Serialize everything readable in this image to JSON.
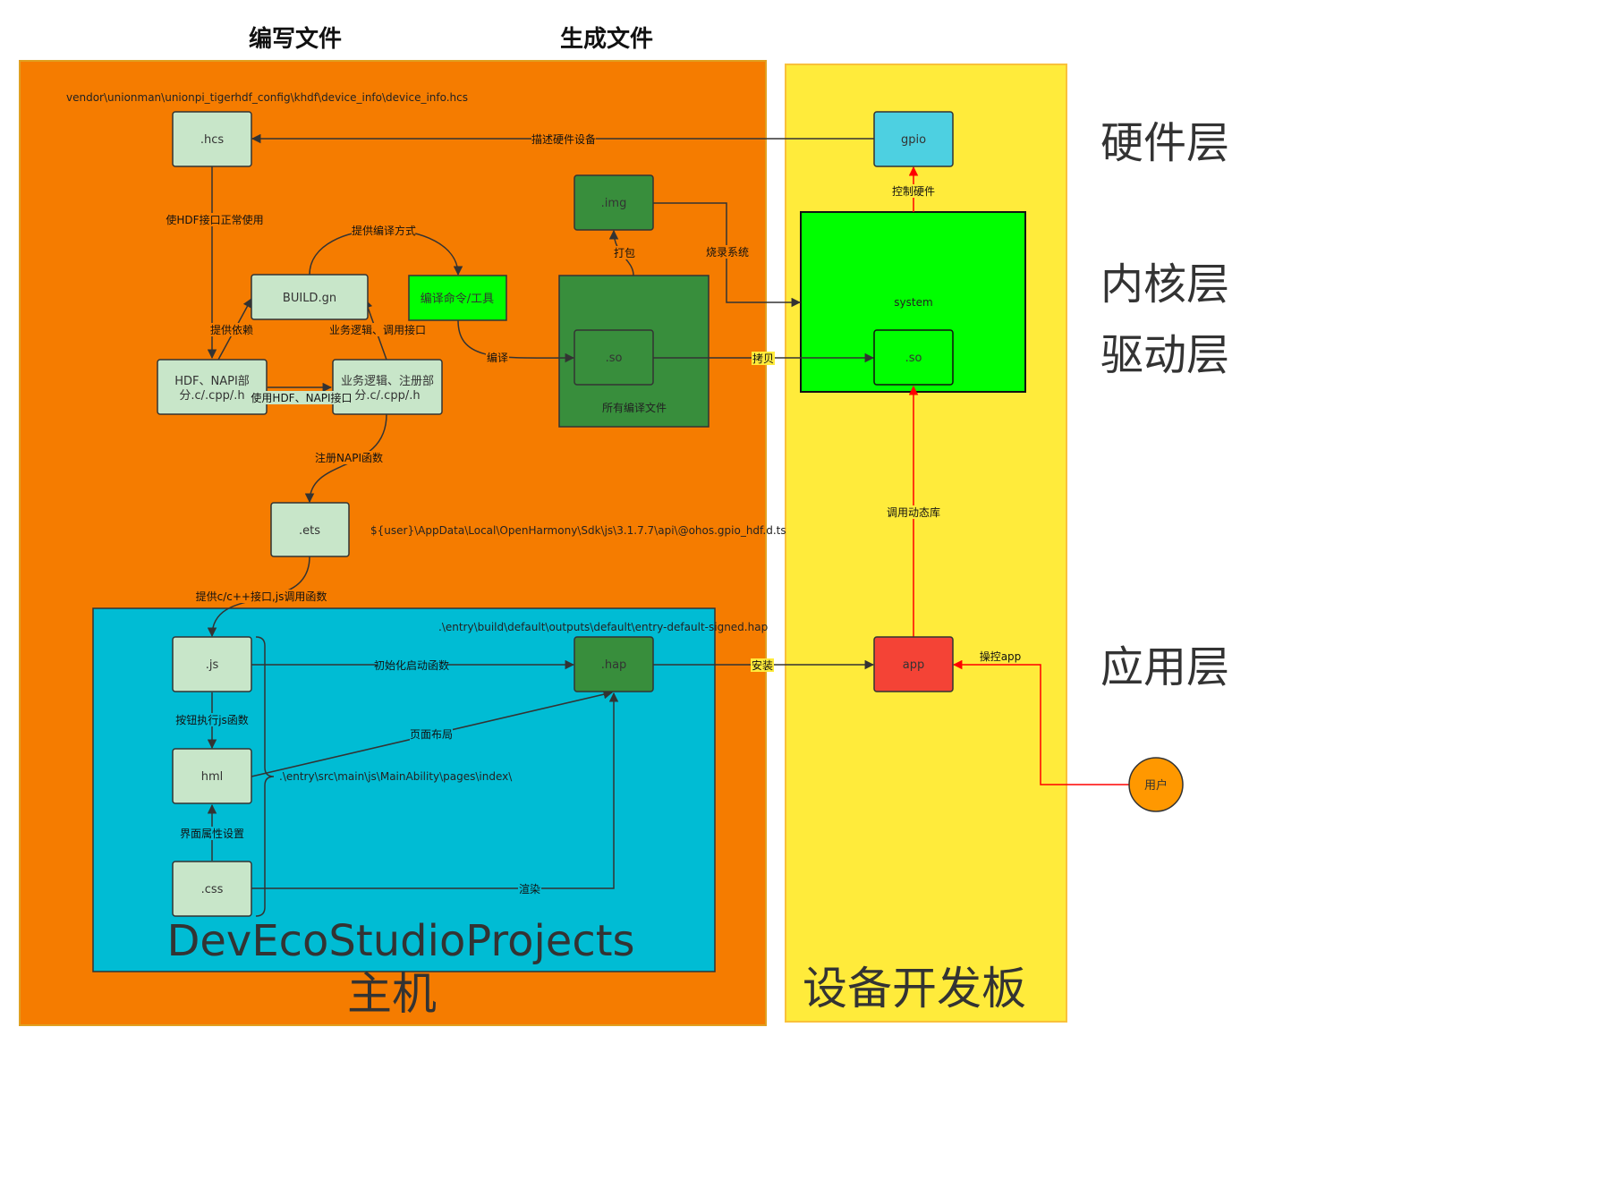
{
  "headers": {
    "write_files": "编写文件",
    "generated_files": "生成文件"
  },
  "containers": {
    "host": "主机",
    "board": "设备开发板",
    "project": "DevEcoStudioProjects",
    "system": "system",
    "all_compiled": "所有编译文件"
  },
  "layers": {
    "hardware": "硬件层",
    "kernel": "内核层",
    "driver": "驱动层",
    "application": "应用层"
  },
  "paths": {
    "hcs": "vendor\\unionman\\unionpi_tigerhdf_config\\khdf\\device_info\\device_info.hcs",
    "sdk": "${user}\\AppData\\Local\\OpenHarmony\\Sdk\\js\\3.1.7.7\\api\\@ohos.gpio_hdf.d.ts",
    "hap": ".\\entry\\build\\default\\outputs\\default\\entry-default-signed.hap",
    "pages": ".\\entry\\src\\main\\js\\MainAbility\\pages\\index\\"
  },
  "nodes": {
    "hcs": ".hcs",
    "build_gn": "BUILD.gn",
    "compile_tool": "编译命令/工具",
    "hdf_napi_line1": "HDF、NAPI部",
    "hdf_napi_line2": "分.c/.cpp/.h",
    "biz_line1": "业务逻辑、注册部",
    "biz_line2": "分.c/.cpp/.h",
    "ets": ".ets",
    "js": ".js",
    "hml": "hml",
    "css": ".css",
    "img": ".img",
    "so_host": ".so",
    "hap": ".hap",
    "gpio": "gpio",
    "so_board": ".so",
    "app": "app",
    "user": "用户"
  },
  "edges": {
    "describe_hw": "描述硬件设备",
    "use_hdf": "使HDF接口正常使用",
    "provide_compile": "提供编译方式",
    "provide_dep": "提供依赖",
    "biz_call": "业务逻辑、调用接口",
    "use_hdf_napi": "使用HDF、NAPI接口",
    "register_napi": "注册NAPI函数",
    "provide_c": "提供c/c++接口,js调用函数",
    "compile": "编译",
    "pack": "打包",
    "burn": "烧录系统",
    "copy": "拷贝",
    "control_hw": "控制硬件",
    "call_dylib": "调用动态库",
    "init_func": "初始化启动函数",
    "button_exec": "按钮执行js函数",
    "page_layout": "页面布局",
    "ui_props": "界面属性设置",
    "render": "渲染",
    "install": "安装",
    "operate_app": "操控app"
  },
  "colors": {
    "host_bg": "#f57c00",
    "board_bg": "#ffeb3b",
    "project_bg": "#00bcd4",
    "node_light": "#c8e6c9",
    "node_dark": "#388e3c",
    "bright_green": "#00ff00",
    "gpio": "#4dd0e1",
    "app": "#f44336",
    "user": "#ff9800",
    "red_edge": "#ff0000"
  }
}
